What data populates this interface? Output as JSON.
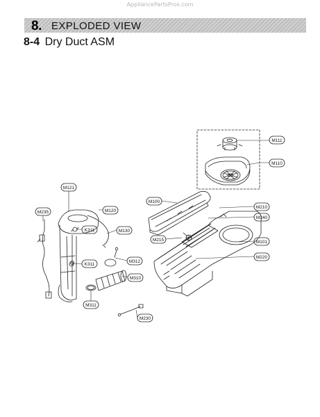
{
  "watermark": "AppliancePartsPros.com",
  "header": {
    "section_number": "8.",
    "section_title": "EXPLODED VIEW"
  },
  "subheading": {
    "number": "8-4",
    "title": "Dry Duct ASM"
  },
  "callouts": {
    "m111": "M111",
    "m110": "M110",
    "m121": "M121",
    "m120": "M120",
    "m235": "M235",
    "k311_top": "K311",
    "m130": "M130",
    "k311_bottom": "K311",
    "m312": "M312",
    "m310": "M310",
    "m311": "M311",
    "m230": "M230",
    "m100": "M100",
    "m210": "M210",
    "m240": "M240",
    "m215": "M215",
    "m101": "M101",
    "m220": "M220"
  }
}
